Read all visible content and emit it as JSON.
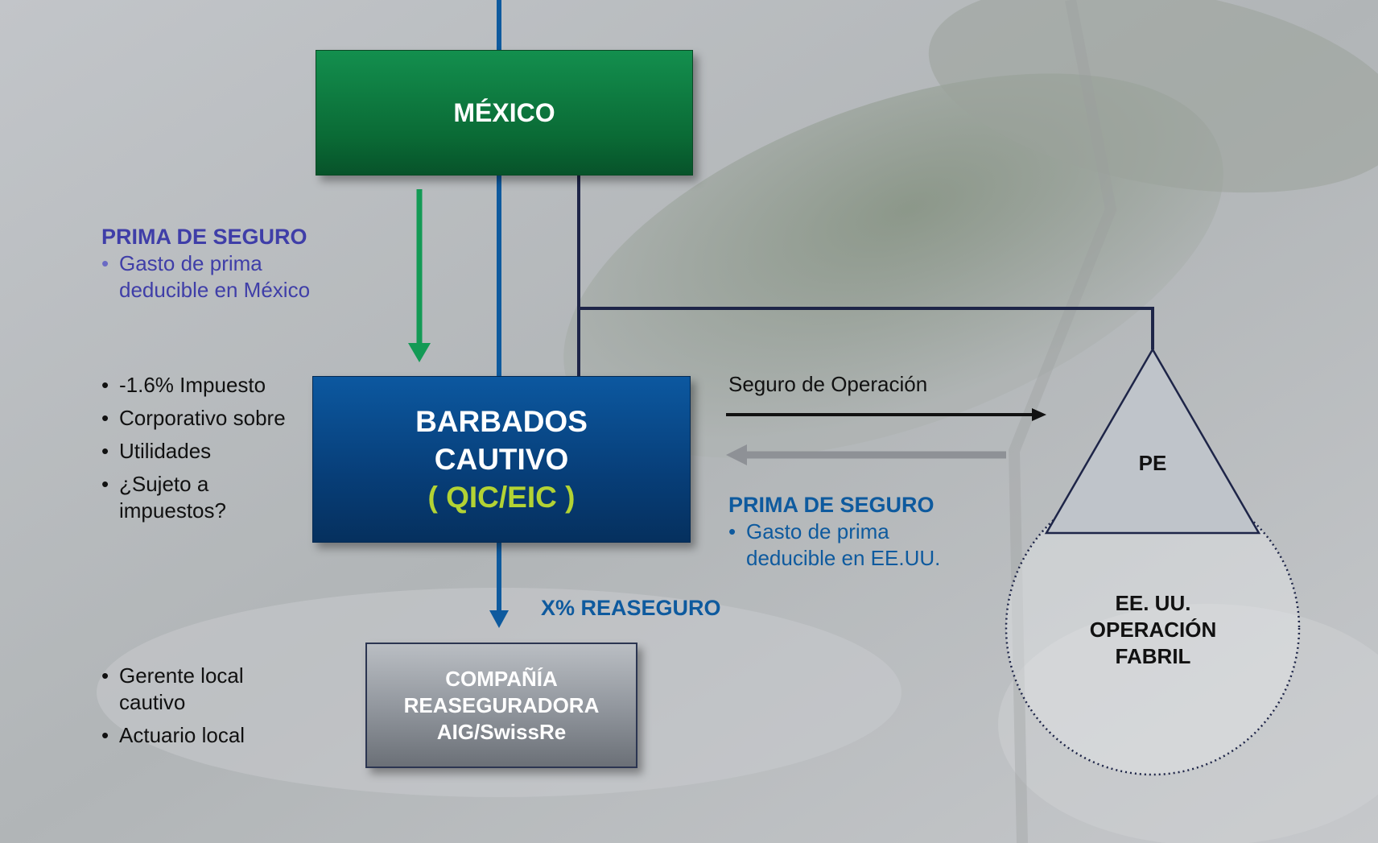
{
  "boxes": {
    "mexico": "MÉXICO",
    "barbados_line1": "BARBADOS",
    "barbados_line2": "CAUTIVO",
    "barbados_line3": "( QIC/EIC )",
    "reaseg_line1": "COMPAÑÍA",
    "reaseg_line2": "REASEGURADORA",
    "reaseg_line3": "AIG/SwissRe"
  },
  "left_prima": {
    "title": "PRIMA DE SEGURO",
    "bullet_line1": "Gasto de prima",
    "bullet_line2": "deducible en México"
  },
  "tax_list": [
    "-1.6% Impuesto",
    "Corporativo sobre",
    "Utilidades",
    "¿Sujeto a",
    "impuestos?"
  ],
  "local_list": [
    "Gerente local",
    "cautivo",
    "Actuario local"
  ],
  "right": {
    "seguro_operacion": "Seguro de Operación",
    "prima_title": "PRIMA DE SEGURO",
    "prima_line1": "Gasto de prima",
    "prima_line2": "deducible en EE.UU."
  },
  "reaseguro_label": "X% REASEGURO",
  "pe_label": "PE",
  "operacion": {
    "line1": "EE. UU.",
    "line2": "OPERACIÓN",
    "line3": "FABRIL"
  },
  "colors": {
    "mexico_green": "#0a6a35",
    "barbados_blue": "#073e78",
    "accent_lime": "#b3d334",
    "prima_purple": "#3f3ea8",
    "prima_blue": "#0e5a9e",
    "connector_navy": "#1e2548",
    "arrow_green": "#139a55",
    "arrow_gray": "#8e9196"
  }
}
